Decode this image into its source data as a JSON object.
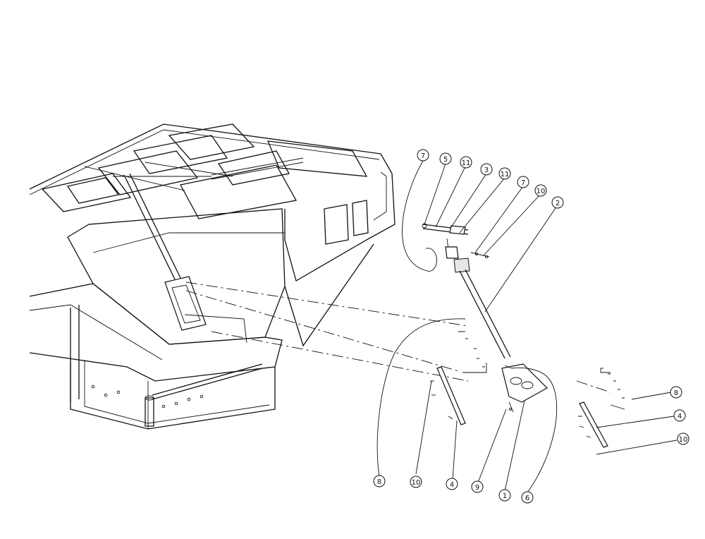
{
  "diagram": {
    "callouts": [
      {
        "id": "c7a",
        "label": "7"
      },
      {
        "id": "c5",
        "label": "5"
      },
      {
        "id": "c11a",
        "label": "11"
      },
      {
        "id": "c3",
        "label": "3"
      },
      {
        "id": "c11b",
        "label": "11"
      },
      {
        "id": "c7b",
        "label": "7"
      },
      {
        "id": "c10a",
        "label": "10"
      },
      {
        "id": "c2",
        "label": "2"
      },
      {
        "id": "c8a",
        "label": "8"
      },
      {
        "id": "c4a",
        "label": "4"
      },
      {
        "id": "c10b",
        "label": "10"
      },
      {
        "id": "c8b",
        "label": "8"
      },
      {
        "id": "c10c",
        "label": "10"
      },
      {
        "id": "c4b",
        "label": "4"
      },
      {
        "id": "c9",
        "label": "9"
      },
      {
        "id": "c1",
        "label": "1"
      },
      {
        "id": "c6",
        "label": "6"
      }
    ]
  }
}
